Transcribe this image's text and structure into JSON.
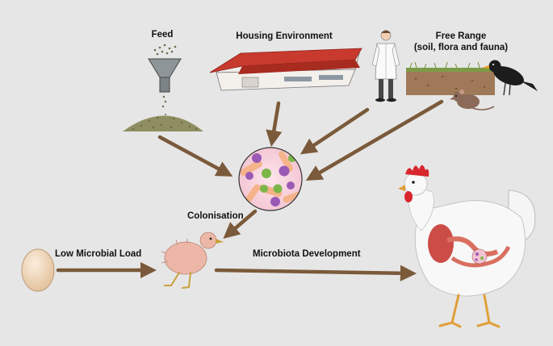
{
  "labels": {
    "feed": "Feed",
    "housing": "Housing Environment",
    "free_range_line1": "Free Range",
    "free_range_line2": "(soil, flora and fauna)",
    "colonisation": "Colonisation",
    "low_load": "Low Microbial Load",
    "development": "Microbiota Development"
  },
  "colors": {
    "background": "#e6e6e6",
    "arrow": "#7a5a3a",
    "barn_roof": "#c93a2e",
    "microbe_purple": "#9b59b6",
    "microbe_green": "#7ab648",
    "hen_comb": "#d8262e",
    "egg": "#f1d9bf"
  }
}
